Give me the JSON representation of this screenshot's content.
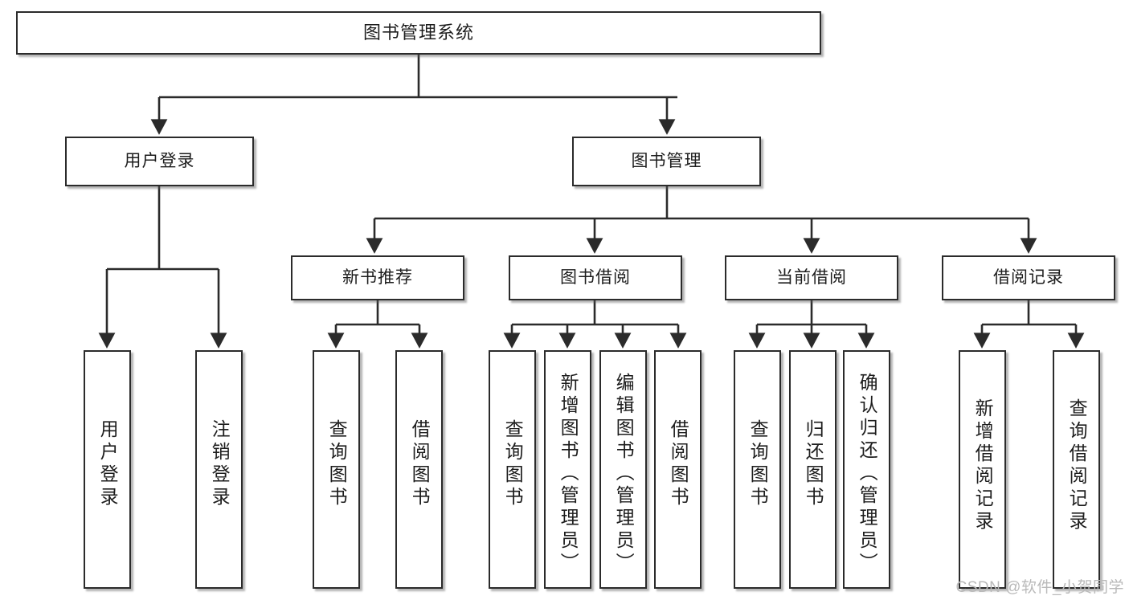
{
  "diagram": {
    "title": "图书管理系统",
    "type": "hierarchy-tree",
    "watermark": "CSDN @软件_小贺同学",
    "colors": {
      "box_border": "#2b2b2b",
      "box_fill": "#ffffff",
      "connector": "#2b2b2b",
      "text": "#1d1d1d",
      "watermark": "#b9b9b9"
    },
    "nodes": {
      "root": {
        "label": "图书管理系统"
      },
      "level2": [
        {
          "label": "用户登录"
        },
        {
          "label": "图书管理"
        }
      ],
      "level3": [
        {
          "label": "新书推荐"
        },
        {
          "label": "图书借阅"
        },
        {
          "label": "当前借阅"
        },
        {
          "label": "借阅记录"
        }
      ],
      "leaves": {
        "user_login": [
          {
            "label": "用户登录"
          },
          {
            "label": "注销登录"
          }
        ],
        "new_book": [
          {
            "label": "查询图书"
          },
          {
            "label": "借阅图书"
          }
        ],
        "book_borrow": [
          {
            "label": "查询图书"
          },
          {
            "label": "新增图书（管理员）"
          },
          {
            "label": "编辑图书（管理员）"
          },
          {
            "label": "借阅图书"
          }
        ],
        "current_borrow": [
          {
            "label": "查询图书"
          },
          {
            "label": "归还图书"
          },
          {
            "label": "确认归还（管理员）"
          }
        ],
        "borrow_record": [
          {
            "label": "新增借阅记录"
          },
          {
            "label": "查询借阅记录"
          }
        ]
      }
    }
  }
}
